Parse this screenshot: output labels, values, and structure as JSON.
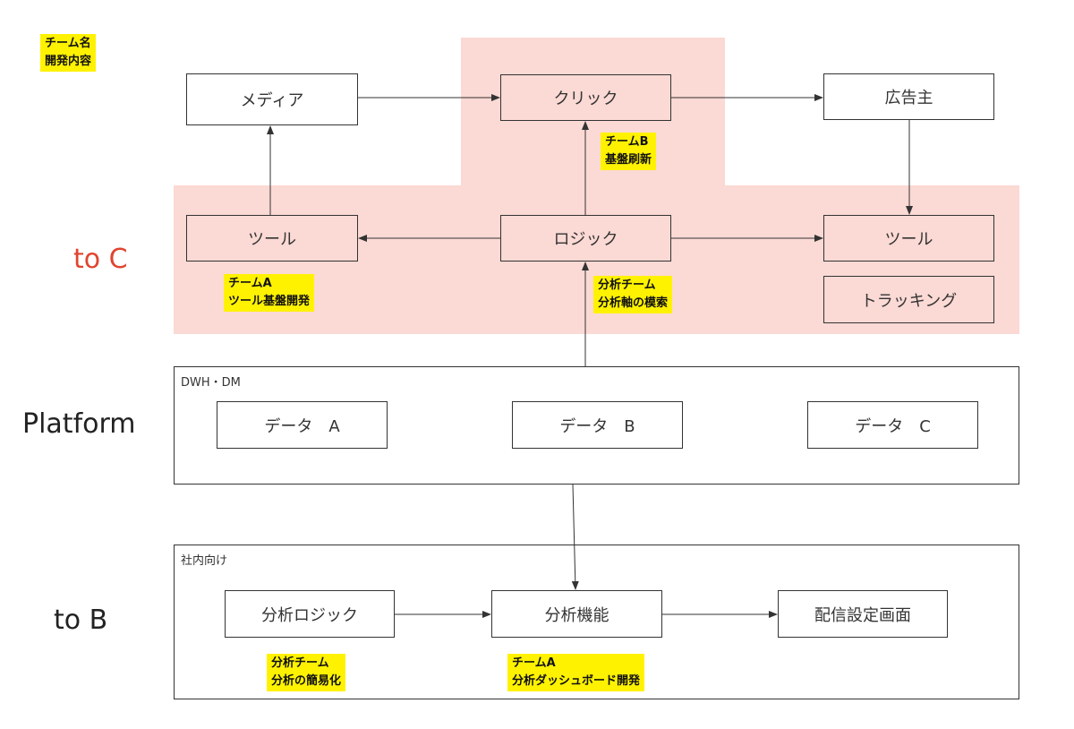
{
  "legend": {
    "line1": "チーム名",
    "line2": "開発内容"
  },
  "layers": {
    "to_c": "to C",
    "platform": "Platform",
    "to_b": "to B"
  },
  "boxes": {
    "media": "メディア",
    "click": "クリック",
    "advertiser": "広告主",
    "tool_left": "ツール",
    "logic": "ロジック",
    "tool_right": "ツール",
    "tracking": "トラッキング",
    "data_a": "データ　A",
    "data_b": "データ　B",
    "data_c": "データ　C",
    "analysis_logic": "分析ロジック",
    "analysis_function": "分析機能",
    "delivery_settings": "配信設定画面"
  },
  "frames": {
    "dwh": "DWH・DM",
    "internal": "社内向け"
  },
  "notes": {
    "team_b": {
      "line1": "チームB",
      "line2": "基盤刷新"
    },
    "team_a_tool": {
      "line1": "チームA",
      "line2": "ツール基盤開発"
    },
    "analysis_axis": {
      "line1": "分析チーム",
      "line2": "分析軸の模索"
    },
    "analysis_simplify": {
      "line1": "分析チーム",
      "line2": "分析の簡易化"
    },
    "team_a_dashboard": {
      "line1": "チームA",
      "line2": "分析ダッシュボード開発"
    }
  },
  "colors": {
    "pink_region": "#fbd9d4",
    "note_yellow": "#fff200",
    "to_c_label": "#e0452f"
  }
}
